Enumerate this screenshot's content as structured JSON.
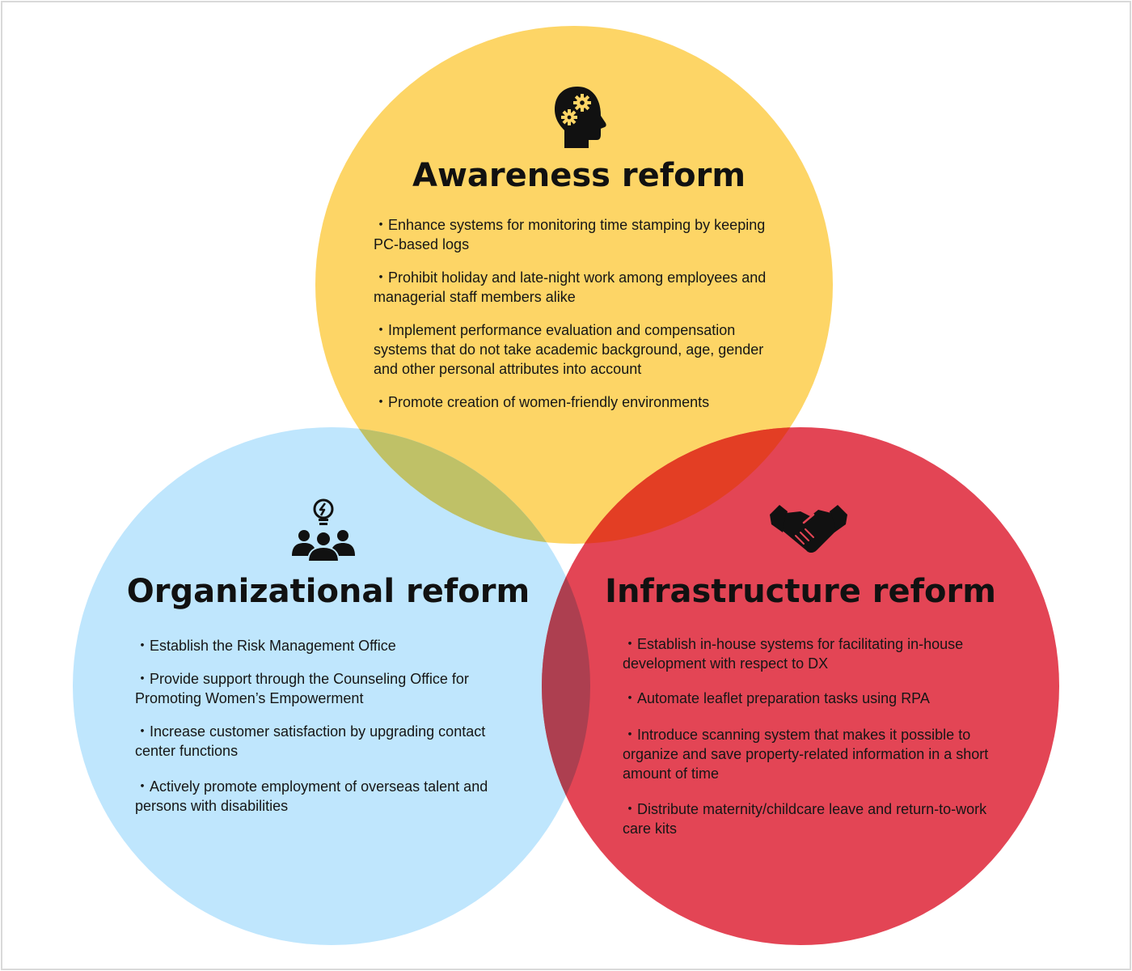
{
  "colors": {
    "awareness": "#fdd566",
    "organizational": "#bfe6fd",
    "infrastructure": "#e34555",
    "overlap_awareness_org": "#bfc167",
    "overlap_awareness_infra": "#e33e24",
    "overlap_org_infra": "#ad3f50",
    "text": "#111111"
  },
  "awareness": {
    "icon": "head-gears-icon",
    "title": "Awareness reform",
    "items": [
      "・Enhance systems for monitoring time stamping by keeping PC-based logs",
      "・Prohibit holiday and late-night work among employees and managerial staff members alike",
      "・Implement performance evaluation and compensation systems that do not take academic background, age, gender and other personal attributes into account",
      "・Promote creation of women-friendly environments"
    ]
  },
  "organizational": {
    "icon": "team-lightbulb-icon",
    "title": "Organizational reform",
    "items": [
      "・Establish the Risk Management Office",
      "・Provide support through the Counseling Office for Promoting Women’s Empowerment",
      "・Increase customer satisfaction by upgrading contact center functions",
      "・Actively promote employment of overseas talent and persons with disabilities"
    ]
  },
  "infrastructure": {
    "icon": "handshake-icon",
    "title": "Infrastructure reform",
    "items": [
      "・Establish in-house systems for facilitating in-house development with respect to DX",
      "・Automate leaflet preparation tasks using RPA",
      "・Introduce scanning system that makes it possible to organize and save property-related information in a short amount of time",
      "・Distribute maternity/childcare leave and return-to-work care kits"
    ]
  }
}
